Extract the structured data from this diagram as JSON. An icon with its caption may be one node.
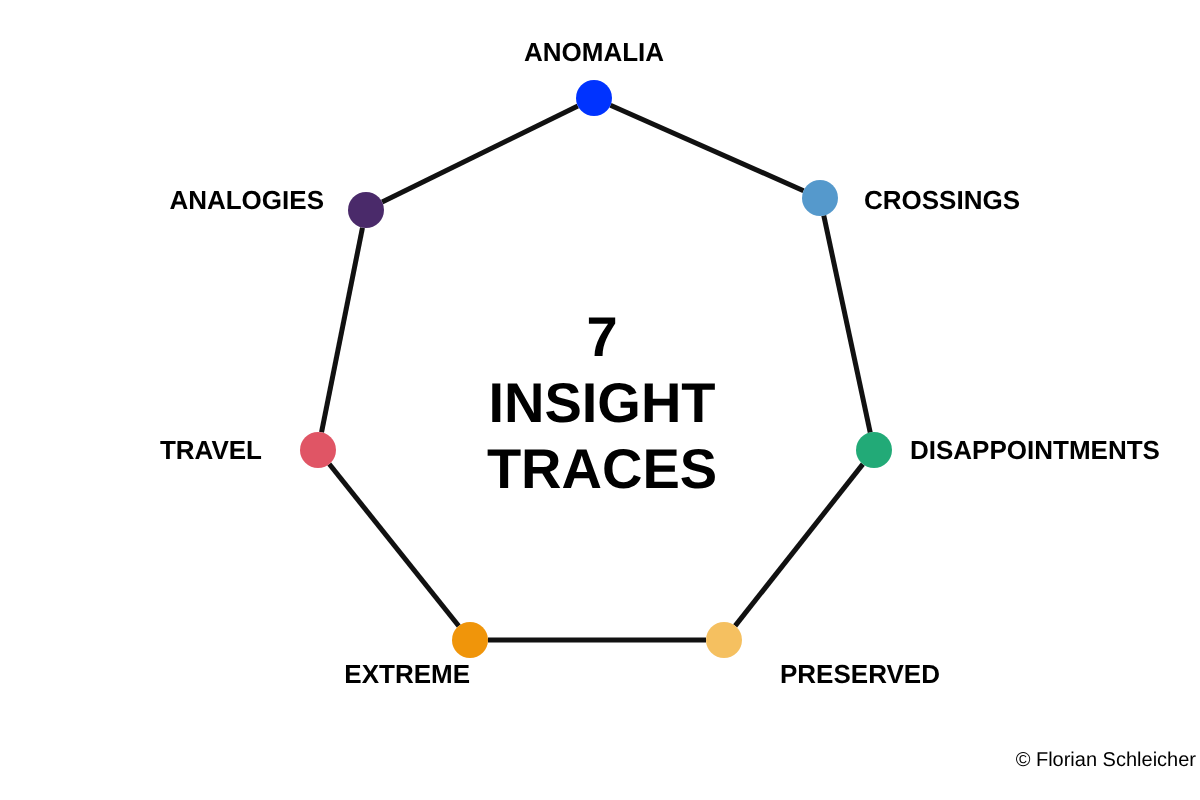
{
  "diagram": {
    "title": "7 INSIGHT TRACES",
    "nodes": [
      {
        "text": [],
        "shape": "circle",
        "beside": [
          "ANOMALIA"
        ]
      },
      {
        "text": [],
        "shape": "circle",
        "beside": [
          "CROSSINGS"
        ]
      },
      {
        "text": [],
        "shape": "circle",
        "beside": [
          "DISAPPOINTMENTS"
        ]
      },
      {
        "text": [],
        "shape": "circle",
        "beside": [
          "PRESERVED"
        ]
      },
      {
        "text": [],
        "shape": "circle",
        "beside": [
          "EXTREME"
        ]
      },
      {
        "text": [],
        "shape": "circle",
        "beside": [
          "TRAVEL"
        ]
      },
      {
        "text": [],
        "shape": "circle",
        "beside": [
          "ANALOGIES"
        ]
      }
    ],
    "edges": [
      {
        "from": 0,
        "to": 1,
        "arrow": "none"
      },
      {
        "from": 1,
        "to": 2,
        "arrow": "none"
      },
      {
        "from": 2,
        "to": 3,
        "arrow": "none"
      },
      {
        "from": 3,
        "to": 4,
        "arrow": "none"
      },
      {
        "from": 4,
        "to": 5,
        "arrow": "none"
      },
      {
        "from": 5,
        "to": 6,
        "arrow": "none"
      },
      {
        "from": 6,
        "to": 0,
        "arrow": "none"
      }
    ],
    "labels": [
      "© Florian Schleicher"
    ]
  }
}
